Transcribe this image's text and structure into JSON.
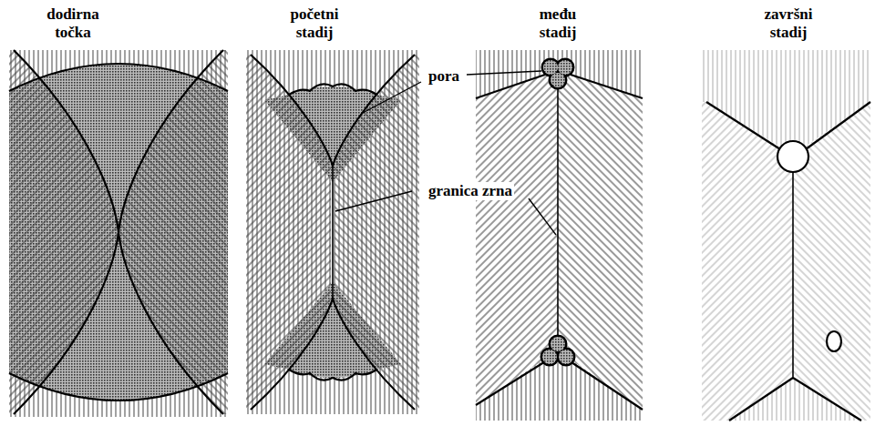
{
  "diagram": {
    "labels": [
      "dodirna točka",
      "početni stadij",
      "među stadij",
      "završni stadij",
      "pora",
      "granica zrna"
    ]
  }
}
